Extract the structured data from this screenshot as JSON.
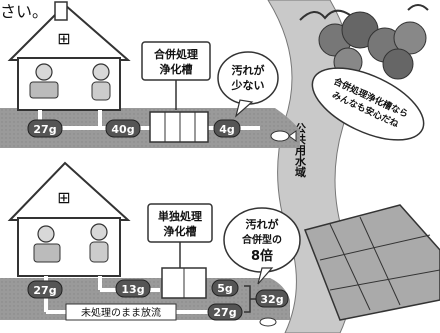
{
  "header_fragment": "さい。",
  "top_scene": {
    "plant_label_line1": "合併処理",
    "plant_label_line2": "浄化槽",
    "bubble_line1": "汚れが",
    "bubble_line2": "少ない",
    "amount_in": "27g",
    "amount_mid": "40g",
    "amount_out": "4g",
    "window_glyph": "⊞"
  },
  "bottom_scene": {
    "plant_label_line1": "単独処理",
    "plant_label_line2": "浄化槽",
    "bubble_line1": "汚れが",
    "bubble_line2": "合併型の",
    "bubble_line3": "8倍",
    "amount_left": "27g",
    "amount_mid": "13g",
    "amount_out_treated": "5g",
    "amount_out_untreated": "27g",
    "amount_total": "32g",
    "untreated_label": "未処理のまま放流",
    "window_glyph": "⊞"
  },
  "river_label": "公共用水域",
  "forest_bubble_line1": "合併処理浄化槽なら",
  "forest_bubble_line2": "みんなも安心だね"
}
